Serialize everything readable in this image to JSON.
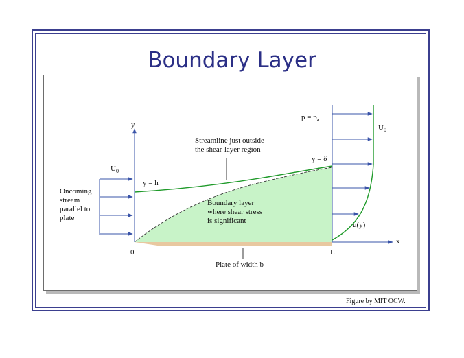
{
  "title": "Boundary Layer",
  "credit": "Figure by MIT OCW.",
  "labels": {
    "y_axis": "y",
    "x_axis": "x",
    "origin": "0",
    "length": "L",
    "u0_left": "U",
    "u0_left_sub": "0",
    "u0_right": "U",
    "u0_right_sub": "0",
    "y_eq_h": "y = h",
    "y_eq_delta": "y = δ",
    "pressure": "p = p",
    "pressure_sub": "a",
    "u_of_y": "u(y)",
    "oncoming": "Oncoming\nstream\nparallel to\nplate",
    "streamline": "Streamline just outside\nthe shear-layer region",
    "boundary": "Boundary layer\nwhere shear stress\nis significant",
    "plate": "Plate of width b"
  },
  "colors": {
    "frame": "#3b3f8f",
    "title": "#2b2f86",
    "streamline": "#1f9a2a",
    "layer_fill": "#c8f3c8",
    "plate": "#e8c8a0",
    "arrows": "#3a54a8"
  }
}
